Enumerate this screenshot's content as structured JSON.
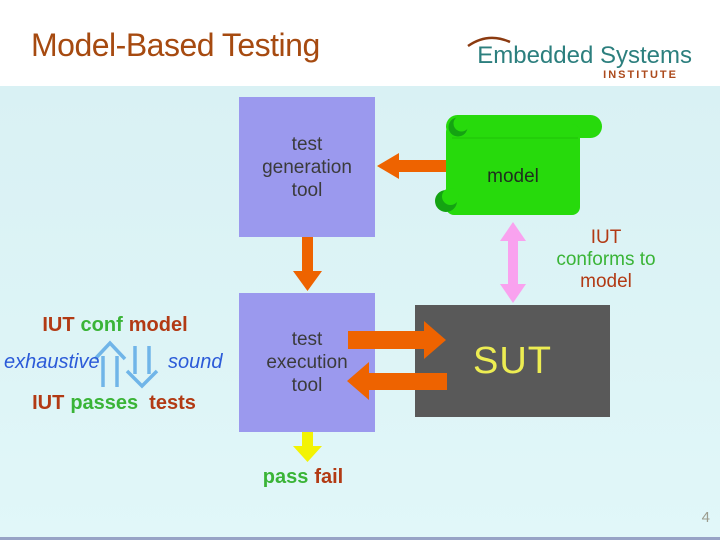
{
  "header": {
    "title": "Model-Based Testing",
    "logo_name": "Embedded Systems",
    "logo_subtitle": "INSTITUTE"
  },
  "diagram": {
    "test_generation_tool": {
      "line1": "test",
      "line2": "generation",
      "line3": "tool"
    },
    "model_label": "model",
    "test_execution_tool": {
      "line1": "test",
      "line2": "execution",
      "line3": "tool"
    },
    "sut_label": "SUT",
    "iut_conforms_note": {
      "line1": "IUT",
      "line2": "conforms to",
      "line3": "model"
    },
    "equivalence_note": {
      "top_part1": "IUT",
      "top_part2": "conf",
      "top_part3": "model",
      "left_label": "exhaustive",
      "right_label": "sound",
      "bottom_part1": "IUT",
      "bottom_part2": "passes",
      "bottom_part3": "tests"
    },
    "verdict_part1": "pass",
    "verdict_part2": "fail"
  },
  "page": {
    "number": "4"
  },
  "colors": {
    "header_bg": "#ffffff",
    "canvas_cyan": "#ddf4f6",
    "bottom_rule": "#97a3c6",
    "title_text": "#a64a10",
    "logo_teal": "#2c7f7e",
    "logo_red": "#ac4a1c",
    "logo_arc": "#8b3a10",
    "box_purple": "#9b99ee",
    "box_label_text": "#3b3b3b",
    "scroll_green": "#27da0c",
    "scroll_green_dark": "#14a312",
    "scroll_seam": "#1fc008",
    "sut_gray": "#595959",
    "sut_text": "#eded52",
    "orange_arrow": "#ee6300",
    "pink_arrow": "#f9a2ef",
    "yellow_arrow": "#f3f303",
    "red_text": "#b23a14",
    "green_text": "#3ab437",
    "blue_text": "#2b5ad8",
    "light_blue_arrow": "#70b5e8",
    "page_number_text": "#9c9c8e"
  }
}
